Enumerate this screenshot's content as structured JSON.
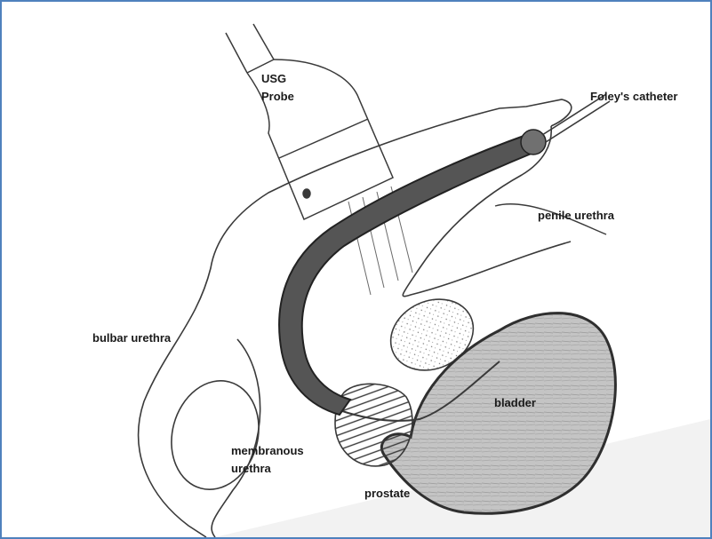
{
  "labels": {
    "usg_probe_line1": "USG",
    "usg_probe_line2": "Probe",
    "foleys_catheter": "Foley's catheter",
    "penile_urethra": "penile urethra",
    "bulbar_urethra": "bulbar urethra",
    "membranous_urethra_line1": "membranous",
    "membranous_urethra_line2": "urethra",
    "prostate": "prostate",
    "bladder": "bladder"
  },
  "colors": {
    "frame_border": "#4f81bd",
    "pencil": "#3a3a3a",
    "catheter_fill": "#555555",
    "bladder_fill": "#b9b9b9"
  }
}
